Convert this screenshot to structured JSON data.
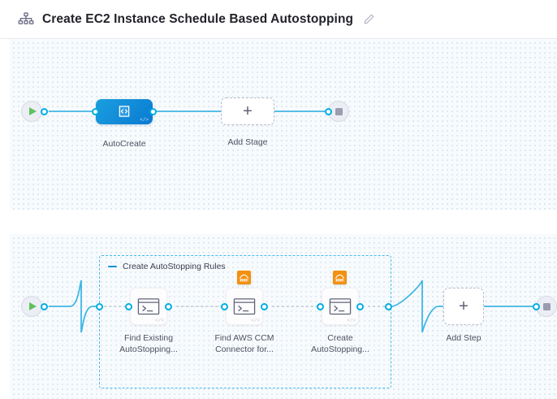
{
  "header": {
    "pipeline_icon": "pipeline-nodes-icon",
    "title": "Create EC2 Instance Schedule Based Autostopping",
    "edit_icon": "pencil-edit-icon"
  },
  "colors": {
    "connector": "#41b6e6",
    "port_stroke": "#00ade4",
    "stage_blue_start": "#1a9fe0",
    "stage_blue_end": "#0b7ad1",
    "group_dashed": "#44b8ef",
    "aws_orange": "#f29111",
    "play_green": "#5ec15e",
    "stop_gray": "#9a9db0",
    "canvas_bg": "#f7fbfd",
    "grid_dot": "#d7e3ec"
  },
  "stage_canvas": {
    "start_node": {
      "name": "pipeline-start",
      "icon": "play-icon"
    },
    "end_node": {
      "name": "pipeline-end",
      "icon": "stop-icon"
    },
    "stage": {
      "label": "AutoCreate",
      "icon": "code-block-icon",
      "corner_icon": "code-tag-icon"
    },
    "add_stage": {
      "label": "Add Stage",
      "icon": "plus-icon"
    }
  },
  "step_canvas": {
    "start_node": {
      "name": "execution-start",
      "icon": "play-icon"
    },
    "end_node": {
      "name": "execution-end",
      "icon": "stop-icon"
    },
    "group": {
      "label": "Create AutoStopping Rules",
      "collapse_icon": "minus-icon"
    },
    "steps": [
      {
        "label": "Find Existing\nAutoStopping...",
        "icon": "terminal-icon",
        "corner_icon": "code-tag-icon",
        "badge": null
      },
      {
        "label": "Find AWS CCM\nConnector for...",
        "icon": "terminal-icon",
        "corner_icon": "code-tag-icon",
        "badge": "aws-icon"
      },
      {
        "label": "Create\nAutoStopping...",
        "icon": "terminal-icon",
        "corner_icon": "code-tag-icon",
        "badge": "aws-icon"
      }
    ],
    "add_step": {
      "label": "Add Step",
      "icon": "plus-icon"
    }
  }
}
